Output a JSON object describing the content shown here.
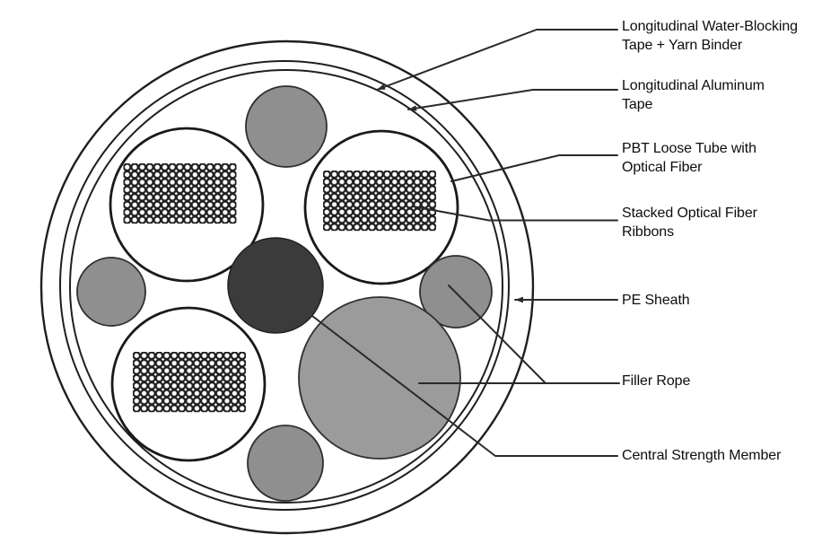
{
  "labels": {
    "water_blocking": {
      "line1": "Longitudinal Water-Blocking",
      "line2": "Tape + Yarn Binder"
    },
    "aluminum_tape": {
      "line1": "Longitudinal Aluminum",
      "line2": "Tape"
    },
    "pbt_loose_tube": {
      "line1": "PBT Loose Tube with",
      "line2": "Optical Fiber"
    },
    "stacked_ribbons": {
      "line1": "Stacked Optical Fiber",
      "line2": "Ribbons"
    },
    "pe_sheath": {
      "line1": "PE Sheath",
      "line2": ""
    },
    "filler_rope": {
      "line1": "Filler Rope",
      "line2": ""
    },
    "central_strength_member": {
      "line1": "Central Strength Member",
      "line2": ""
    }
  },
  "colors": {
    "background": "#ffffff",
    "line": "#222222",
    "filler": "#8f8f8f",
    "filler_large": "#9b9b9b",
    "strength_member": "#3b3b3b",
    "tube_fill": "#ffffff",
    "text": "#0d0d0d"
  }
}
